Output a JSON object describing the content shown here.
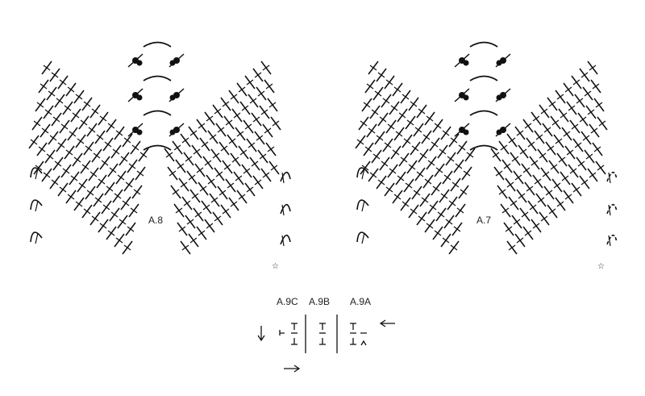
{
  "charts": [
    {
      "id": "a8",
      "label": "A.8"
    },
    {
      "id": "a7",
      "label": "A.7"
    }
  ],
  "legend": {
    "c": "A.9C",
    "b": "A.9B",
    "a": "A.9A"
  },
  "arrows": [
    "arrow-down-icon",
    "arrow-left-icon",
    "arrow-right-icon"
  ],
  "marker": "star-icon"
}
